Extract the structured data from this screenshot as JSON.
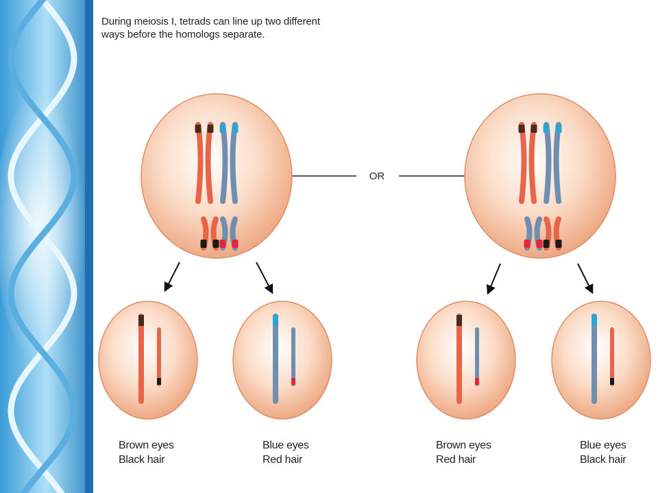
{
  "caption": {
    "line1": "During meiosis I, tetrads can line up two different",
    "line2": "ways before the homologs separate."
  },
  "or_label": "OR",
  "colors": {
    "maternal": "#e8654a",
    "paternal": "#6f8fb0",
    "brown_eye_allele": "#4a2a1a",
    "blue_eye_allele": "#2aa5d8",
    "black_hair_allele": "#1a1a1a",
    "red_hair_allele": "#e8243a",
    "cell_fill": "#f7c4a8",
    "background": "#ffffff",
    "dna_panel": "#2f86c4"
  },
  "outcomes": [
    {
      "line1": "Brown eyes",
      "line2": "Black hair"
    },
    {
      "line1": "Blue eyes",
      "line2": "Red hair"
    },
    {
      "line1": "Brown eyes",
      "line2": "Red hair"
    },
    {
      "line1": "Blue eyes",
      "line2": "Black hair"
    }
  ]
}
